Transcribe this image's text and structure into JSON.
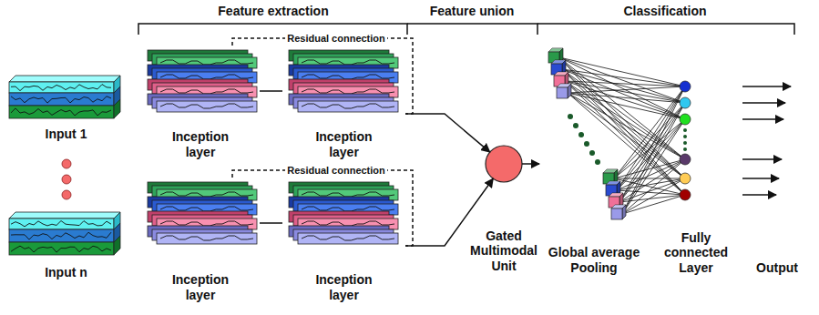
{
  "diagram": {
    "nodes": [
      {
        "text": [
          "Input 1"
        ]
      },
      {
        "text": [
          "Input n"
        ]
      },
      {
        "text": [
          "Inception layer"
        ]
      },
      {
        "text": [
          "Inception layer"
        ]
      },
      {
        "text": [
          "Inception layer"
        ]
      },
      {
        "text": [
          "Inception layer"
        ]
      },
      {
        "text": [
          "Gated Multimodal Unit"
        ]
      },
      {
        "text": [
          "Global average Pooling"
        ]
      },
      {
        "text": [
          "Fully connected Layer"
        ]
      },
      {
        "text": [
          "Output"
        ]
      }
    ],
    "edges": [
      {
        "from": 2,
        "to": 3,
        "arrow": "none"
      },
      {
        "from": 2,
        "to": 3,
        "label": "Residual connection",
        "arrow": "none"
      },
      {
        "from": 4,
        "to": 5,
        "arrow": "none"
      },
      {
        "from": 4,
        "to": 5,
        "label": "Residual connection",
        "arrow": "none"
      },
      {
        "from": 3,
        "to": 6,
        "arrow": "to"
      },
      {
        "from": 5,
        "to": 6,
        "arrow": "to"
      },
      {
        "from": 6,
        "to": 7,
        "arrow": "to"
      }
    ],
    "labels": [
      "Feature extraction",
      "Feature union",
      "Classification"
    ]
  }
}
